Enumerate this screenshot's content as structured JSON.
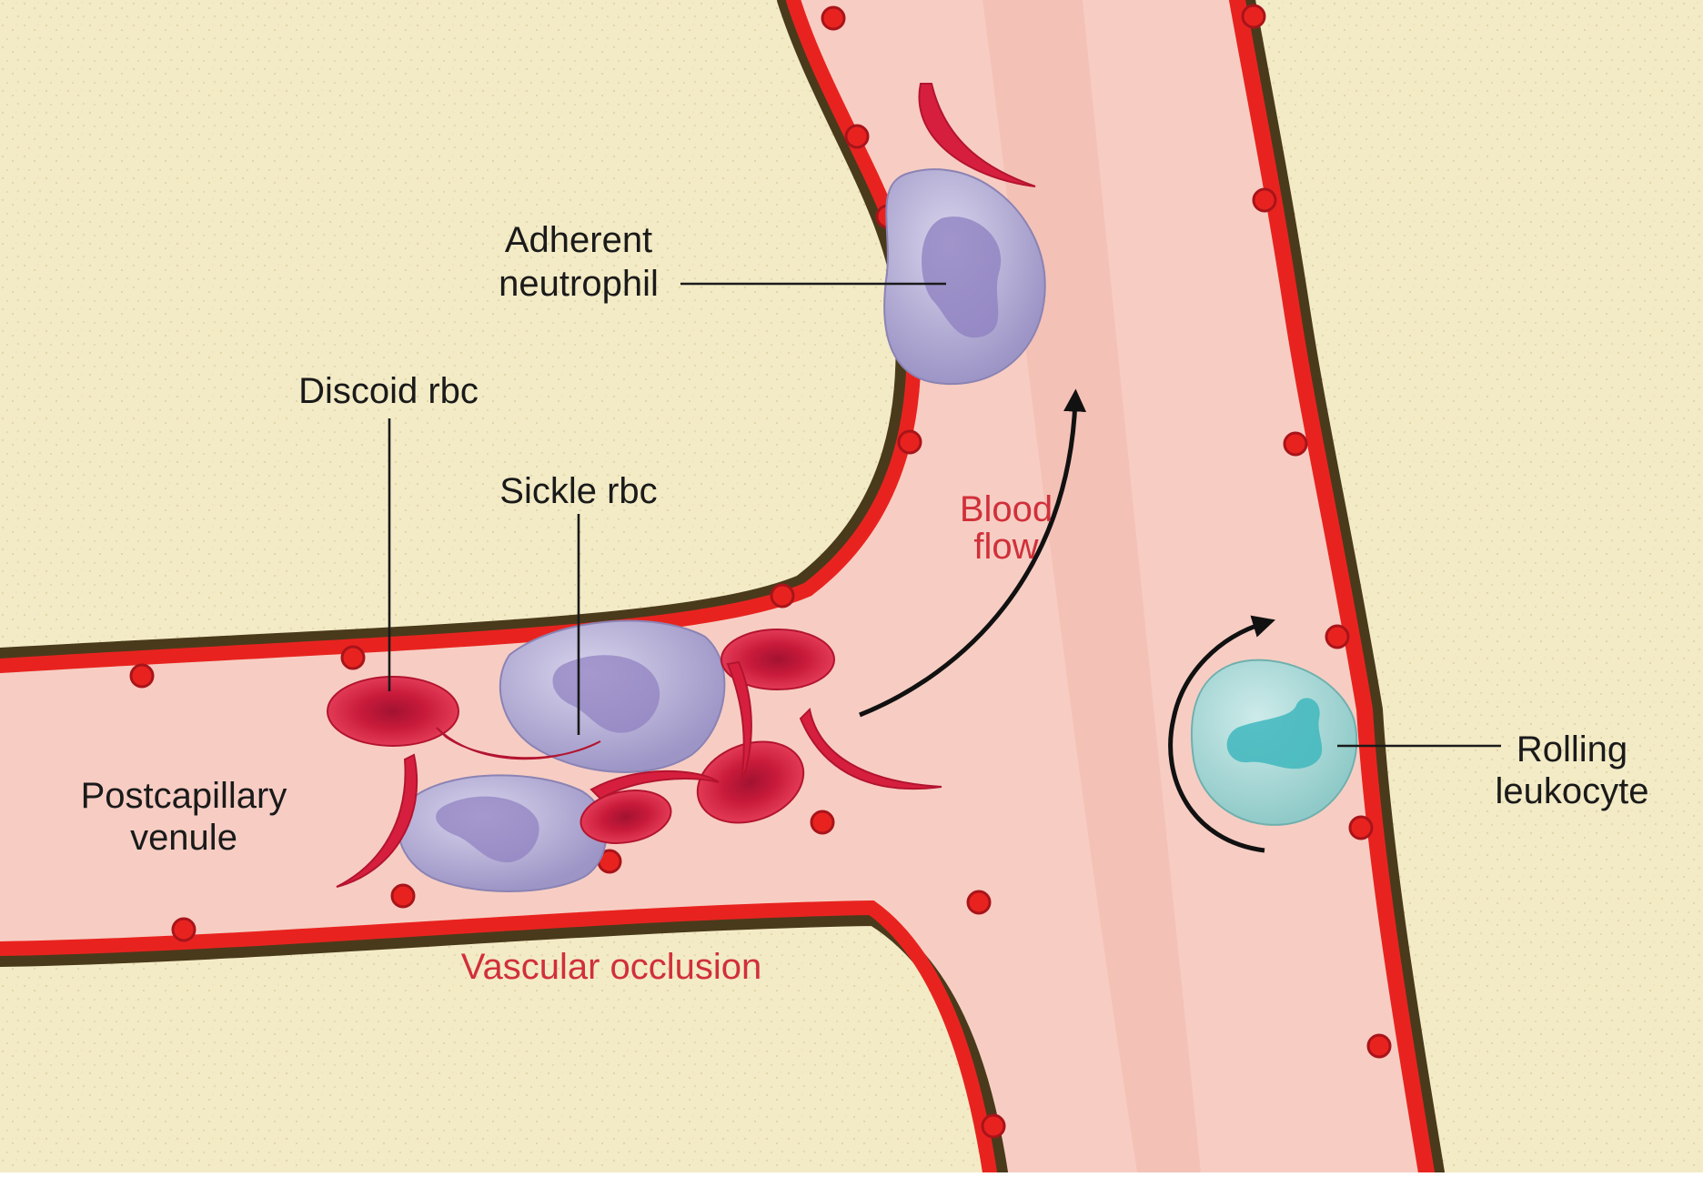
{
  "labels": {
    "adherent_neutrophil": [
      "Adherent",
      "neutrophil"
    ],
    "discoid_rbc": "Discoid rbc",
    "sickle_rbc": "Sickle rbc",
    "blood_flow": [
      "Blood",
      "flow"
    ],
    "postcapillary_venule": [
      "Postcapillary",
      "venule"
    ],
    "vascular_occlusion": "Vascular occlusion",
    "rolling_leukocyte": [
      "Rolling",
      "leukocyte"
    ]
  },
  "colors": {
    "tissue": "#f3ebc6",
    "lumen": "#f7cdc3",
    "endothelium": "#e8231f",
    "basement_membrane": "#4a3a1c",
    "rbc": "#d61f3e",
    "neutrophil": "#b9b3d6",
    "neutrophil_nucleus": "#8e7fc0",
    "leukocyte": "#a8d8d6",
    "leukocyte_nucleus": "#3fb7bd",
    "label_red": "#d0303a"
  }
}
